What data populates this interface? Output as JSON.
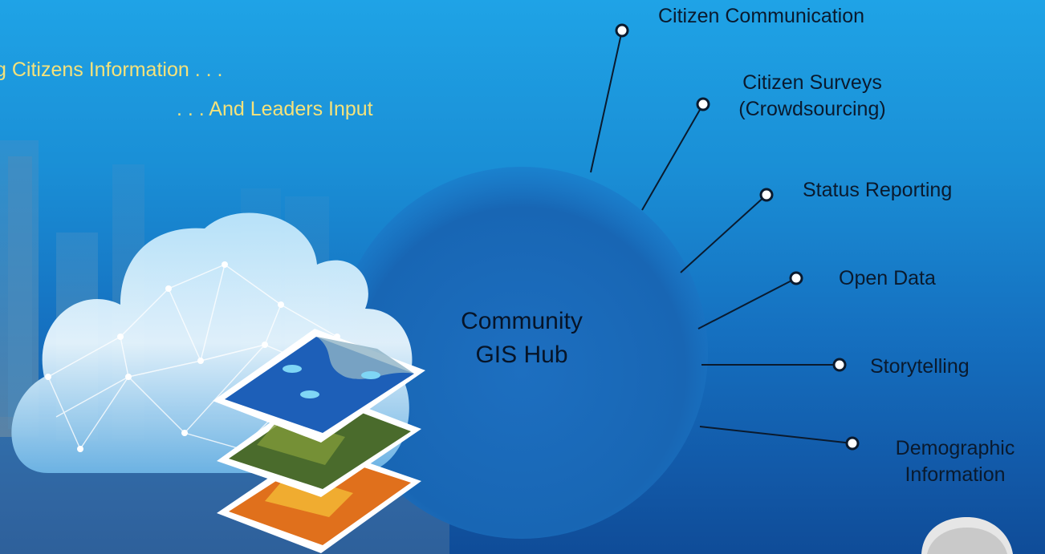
{
  "header": {
    "line1": "g Citizens Information . . .",
    "line2": ". . . And Leaders Input"
  },
  "hub": {
    "line1": "Community",
    "line2": "GIS Hub"
  },
  "spokes": [
    {
      "line1": "Citizen Communication",
      "line2": ""
    },
    {
      "line1": "Citizen Surveys",
      "line2": "(Crowdsourcing)"
    },
    {
      "line1": "Status Reporting",
      "line2": ""
    },
    {
      "line1": "Open Data",
      "line2": ""
    },
    {
      "line1": "Storytelling",
      "line2": ""
    },
    {
      "line1": "Demographic",
      "line2": "Information"
    }
  ],
  "colors": {
    "background_top": "#1fa3e6",
    "background_bottom": "#0f4c98",
    "hub_fill": "#1a68b8",
    "header_text": "#f5e27a",
    "label_text": "#0a1a2e"
  },
  "icons": [
    "cloud-icon",
    "map-layers-icon",
    "city-skyline"
  ]
}
